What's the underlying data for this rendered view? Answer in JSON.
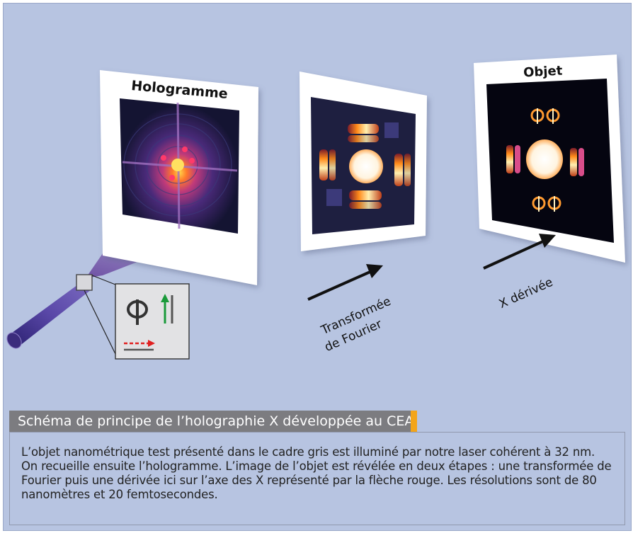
{
  "panels": {
    "hologramme": "Hologramme",
    "transformee": "",
    "objet": "Objet"
  },
  "arrows": {
    "fourier_line1": "Transformée",
    "fourier_line2": "de Fourier",
    "derivee": "X dérivée"
  },
  "caption": {
    "title": "Schéma de principe de l’holographie X développée au CEA",
    "body": "L’objet nanométrique test présenté dans le cadre gris est illuminé par notre laser cohérent à 32 nm. On recueille ensuite l’hologramme. L’image de l’objet est révélée en deux étapes : une transformée de Fourier puis une dérivée ici sur l’axe des X représenté par la flèche rouge. Les résolutions sont de 80 nanomètres et 20 femtosecondes."
  },
  "colors": {
    "background": "#b7c4e1",
    "caption_bar": "#7c7c80",
    "accent": "#f3a51a",
    "beam": "#4a3a8c"
  }
}
